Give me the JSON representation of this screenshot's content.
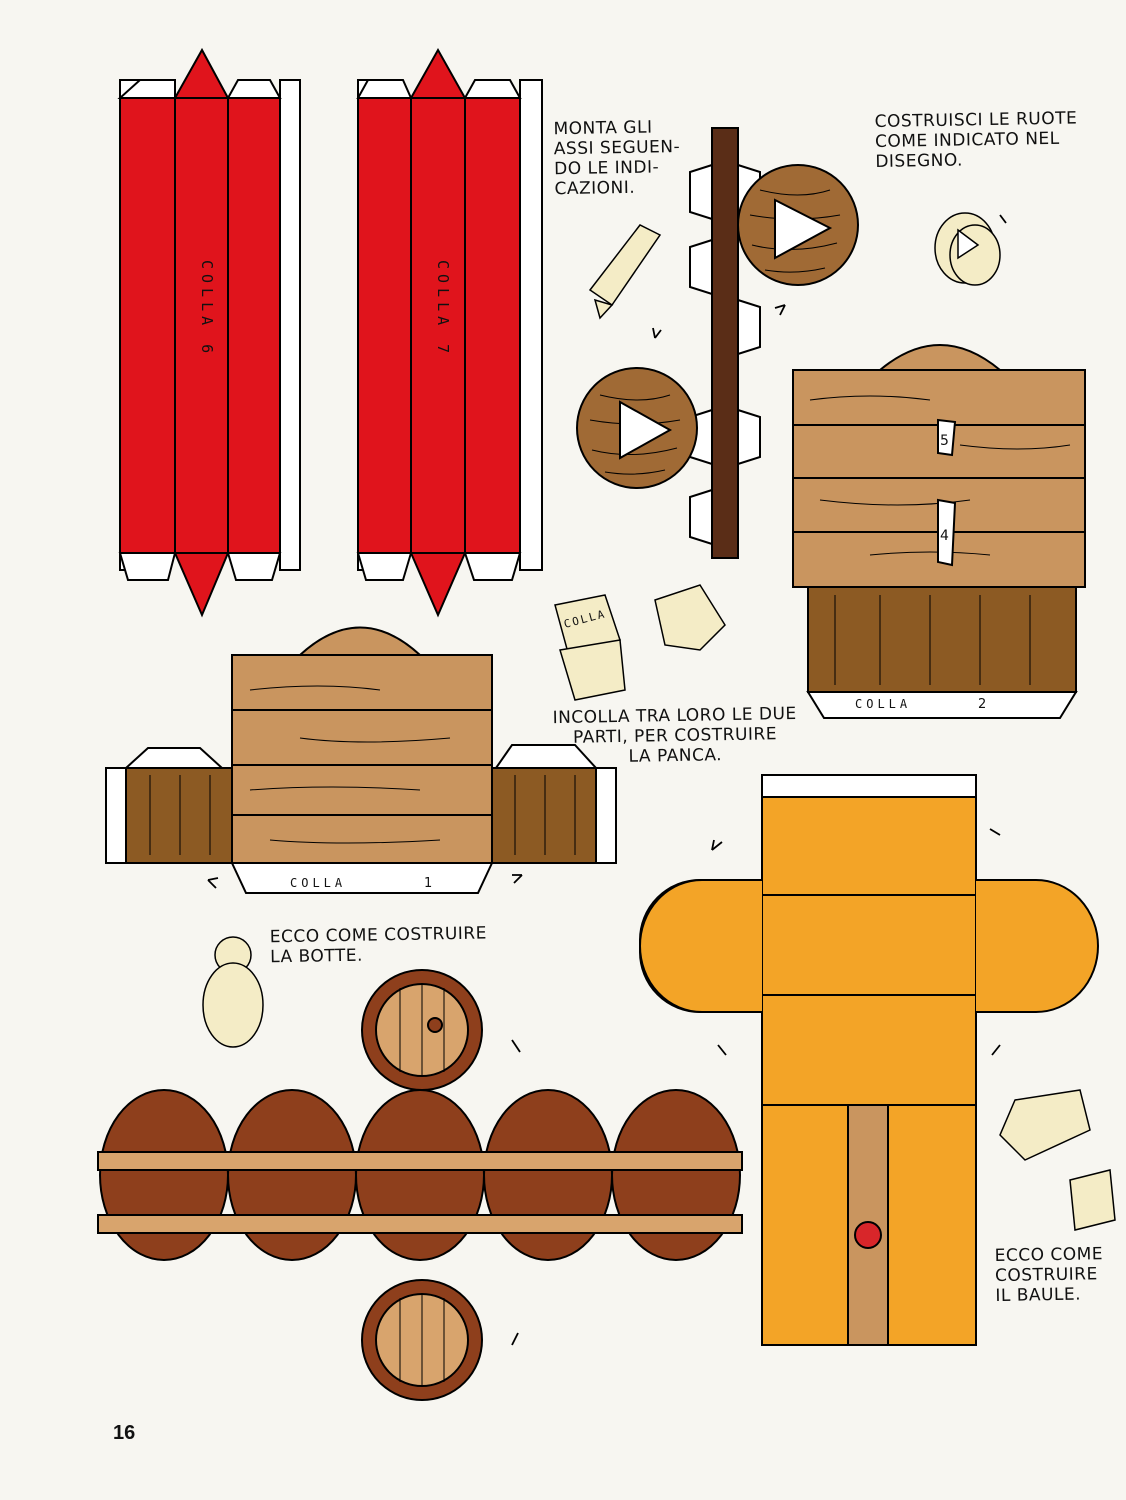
{
  "page_number": "16",
  "instructions": {
    "axles": "MONTA GLI\nASSI SEGUEN-\nDO LE INDI-\nCAZIONI.",
    "wheels": "COSTRUISCI LE RUOTE\nCOME INDICATO NEL\nDISEGNO.",
    "bench": "INCOLLA TRA LORO LE DUE\nPARTI, PER COSTRUIRE\nLA PANCA.",
    "barrel": "ECCO COME COSTRUIRE\nLA BOTTE.",
    "chest": "ECCO COME\nCOSTRUIRE\nIL BAULE."
  },
  "glue_labels": {
    "colla_6": "COLLA 6",
    "colla_7": "COLLA 7",
    "colla_1_word": "COLLA",
    "colla_1_num": "1",
    "colla_2_word": "COLLA",
    "colla_2_num": "2",
    "colla_small": "COLLA"
  },
  "bench_labels": {
    "five": "5",
    "four": "4"
  },
  "colors": {
    "red": "#e0141c",
    "wood_light": "#c9955f",
    "wood_dark": "#8c5a23",
    "barrel": "#8e3f1c",
    "barrel_band": "#d8a46d",
    "chest": "#f3a427",
    "axle": "#5a2d17",
    "paper": "#f7f6f1"
  }
}
